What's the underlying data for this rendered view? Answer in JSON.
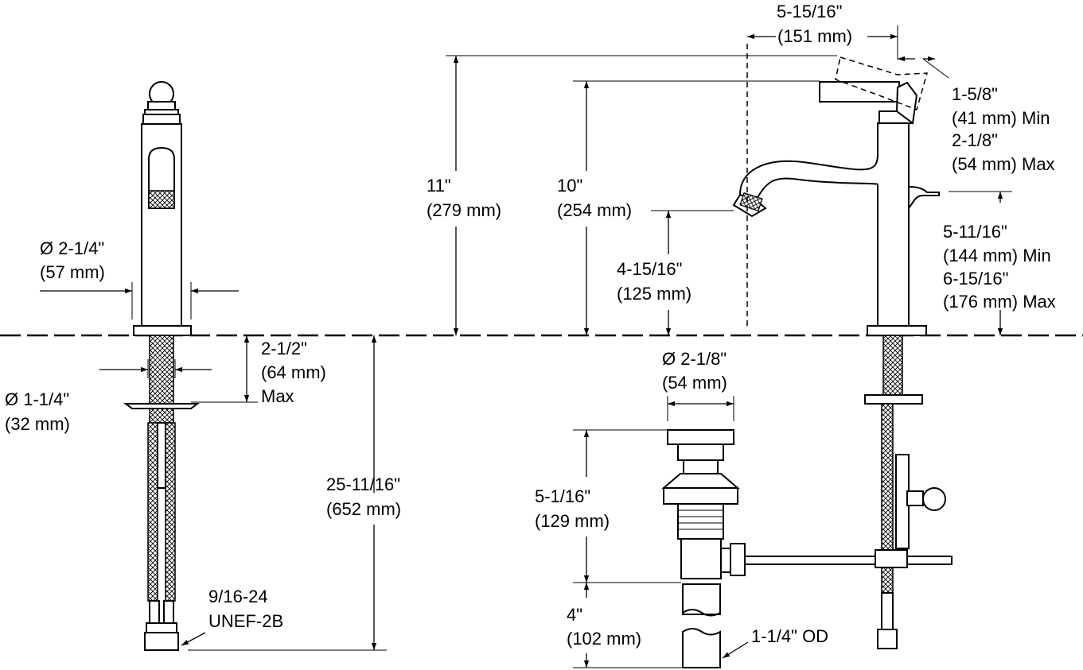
{
  "colors": {
    "line": "#000000",
    "background": "#ffffff"
  },
  "labels": {
    "top_width_in": "5-15/16\"",
    "top_width_mm": "(151 mm)",
    "height_11_in": "11\"",
    "height_11_mm": "(279 mm)",
    "height_10_in": "10\"",
    "height_10_mm": "(254 mm)",
    "spout_height_in": "4-15/16\"",
    "spout_height_mm": "(125 mm)",
    "handle_offset_in_min": "1-5/8\"",
    "handle_offset_mm_min": "(41 mm) Min",
    "handle_offset_in_max": "2-1/8\"",
    "handle_offset_mm_max": "(54 mm) Max",
    "reach_in_min": "5-11/16\"",
    "reach_mm_min": "(144 mm) Min",
    "reach_in_max": "6-15/16\"",
    "reach_mm_max": "(176 mm) Max",
    "base_dia_in": "Ø 2-1/4\"",
    "base_dia_mm": "(57 mm)",
    "deck_thickness_in": "2-1/2\"",
    "deck_thickness_mm": "(64 mm)",
    "deck_thickness_max": "Max",
    "shank_dia_in": "Ø 1-1/4\"",
    "shank_dia_mm": "(32 mm)",
    "supply_length_in": "25-11/16\"",
    "supply_length_mm": "(652 mm)",
    "thread_spec_1": "9/16-24",
    "thread_spec_2": "UNEF-2B",
    "drain_dia_in": "Ø 2-1/8\"",
    "drain_dia_mm": "(54 mm)",
    "drain_body_in": "5-1/16\"",
    "drain_body_mm": "(129 mm)",
    "tailpiece_in": "4\"",
    "tailpiece_mm": "(102 mm)",
    "tailpiece_od": "1-1/4\" OD"
  }
}
